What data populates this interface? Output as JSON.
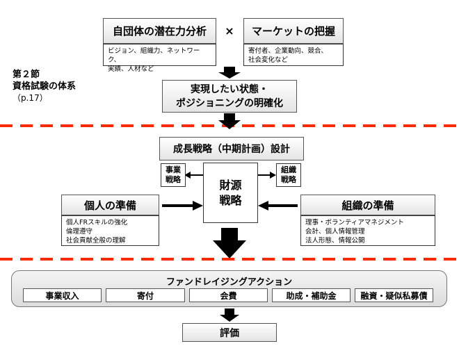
{
  "section": {
    "title_line1": "第２節",
    "title_line2": "資格試験の体系",
    "ref": "（p.17）"
  },
  "analysis": {
    "left_title": "自団体の潜在力分析",
    "left_detail": "ビジョン、組織力、ネットワーク、\n実績、人材など",
    "times": "×",
    "right_title": "マーケットの把握",
    "right_detail": "寄付者、企業動向、競合、\n社会変化など"
  },
  "positioning": "実現したい状態・\nポジショニングの明確化",
  "strategy": {
    "title": "成長戦略（中期計画）設計",
    "business": "事業\n戦略",
    "financial": "財源\n戦略",
    "organization": "組織\n戦略"
  },
  "personal": {
    "title": "個人の準備",
    "detail": "個人FRスキルの強化\n倫理遵守\n社会貢献全般の理解"
  },
  "org_prep": {
    "title": "組織の準備",
    "detail": "理事・ボランティアマネジメント\n会計、個人情報管理\n法人形態、情報公開"
  },
  "fundraising": {
    "title": "ファンドレイジングアクション",
    "items": [
      "事業収入",
      "寄付",
      "会費",
      "助成・補助金",
      "融資・疑似私募債"
    ]
  },
  "evaluation": "評価",
  "colors": {
    "dash_red": "#ff2a00",
    "highlight_yellow": "#ffff66",
    "arrow_black": "#000000"
  }
}
